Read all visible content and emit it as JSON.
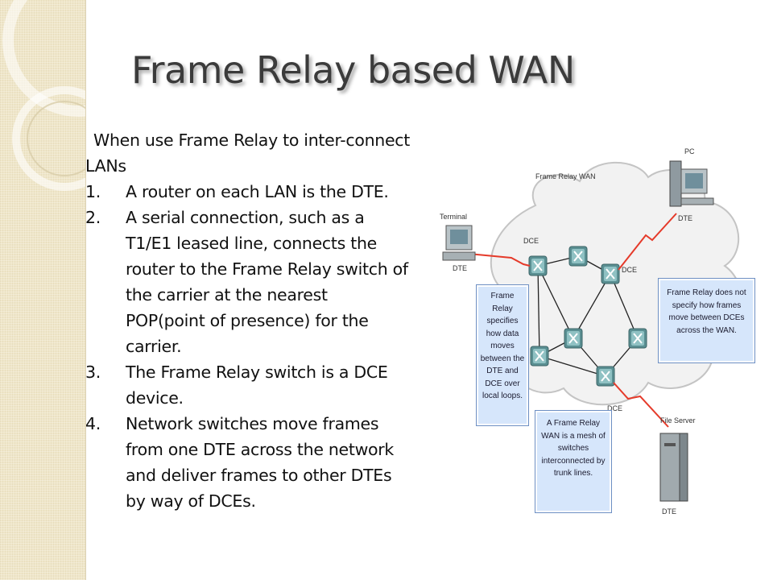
{
  "slide": {
    "title": "Frame Relay based WAN",
    "intro": "When use Frame Relay to inter-connect LANs",
    "steps": [
      {
        "number": "1.",
        "text": "A router on each LAN is the DTE."
      },
      {
        "number": "2.",
        "text": "A serial connection, such as a T1/E1 leased line, connects the router to the Frame Relay switch of the carrier at the nearest POP(point of presence) for the carrier."
      },
      {
        "number": "3.",
        "text": "The Frame Relay switch is a DCE device."
      },
      {
        "number": "4.",
        "text": "Network switches move frames from one DTE across the network and deliver frames to other DTEs by way of DCEs."
      }
    ]
  },
  "diagram": {
    "cloud_label": "Frame Relay WAN",
    "labels": {
      "terminal": "Terminal",
      "terminal_dte": "DTE",
      "pc": "PC",
      "pc_dte": "DTE",
      "file_server": "File Server",
      "server_dte": "DTE",
      "dce_left": "DCE",
      "dce_right": "DCE",
      "dce_bottom": "DCE"
    },
    "callouts": {
      "left": "Frame Relay specifies how data moves between the DTE and DCE over local loops.",
      "right": "Frame Relay does not specify how frames move between DCEs across the WAN.",
      "bottom": "A Frame Relay WAN is a mesh of switches interconnected by trunk lines."
    },
    "colors": {
      "cloud": "#f2f2f2",
      "link": "#e53a2a",
      "callout_fill": "#d6e6fb",
      "switch": "#5a8f92"
    }
  }
}
